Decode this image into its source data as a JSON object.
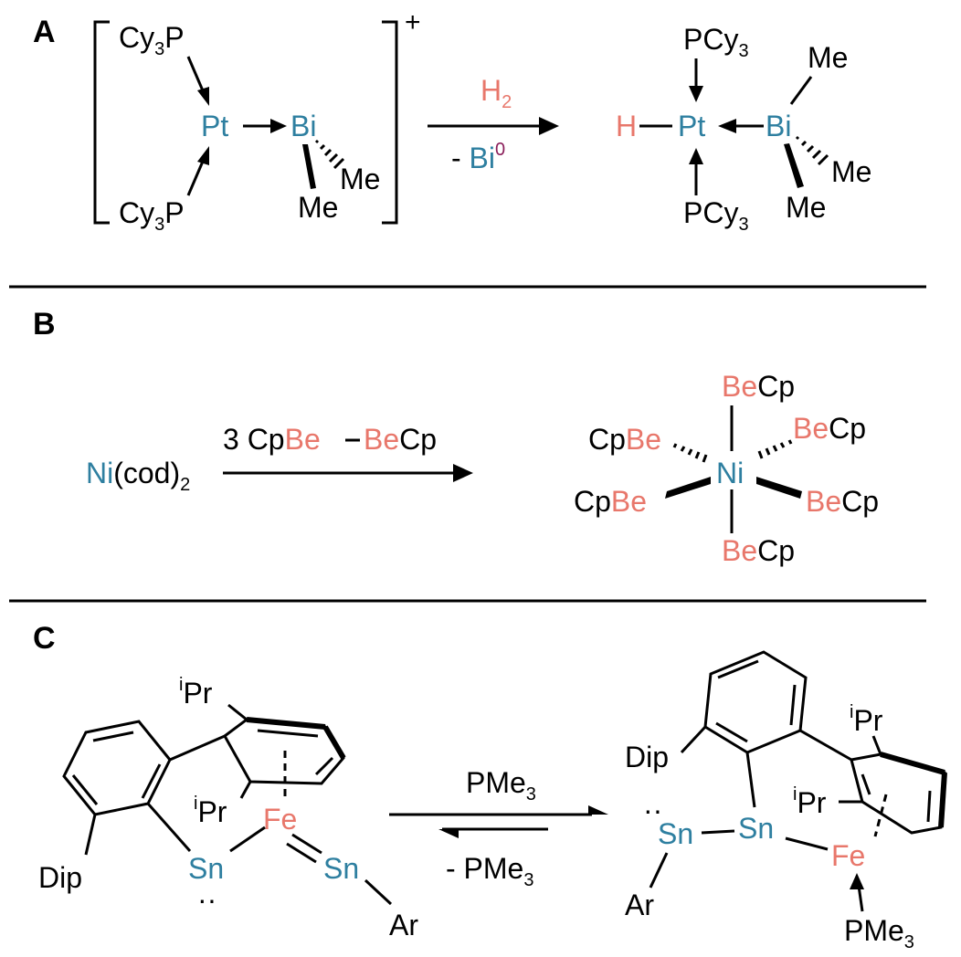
{
  "colors": {
    "metal_blue": "#2E7FA0",
    "accent_salmon": "#E8776B",
    "superscript_purple": "#8A1E5A",
    "separator_gray": "#BFBFBF",
    "ink": "#000000"
  },
  "panels": {
    "a": {
      "label": "A",
      "charge": "+",
      "reagent_top": "H",
      "reagent_top_sub": "2",
      "reagent_bottom_prefix": "- ",
      "reagent_bottom_element": "Bi",
      "reagent_bottom_sup": "0",
      "reactant": {
        "cy_top": "Cy",
        "cy_top_sub": "3",
        "cy_top_p": "P",
        "cy_bottom": "Cy",
        "cy_bottom_sub": "3",
        "cy_bottom_p": "P",
        "metal": "Pt",
        "bismuth": "Bi",
        "me_right": "Me",
        "me_bottom": "Me"
      },
      "product": {
        "hydride": "H",
        "metal": "Pt",
        "bismuth": "Bi",
        "pcy_top": "PCy",
        "pcy_top_sub": "3",
        "pcy_bottom": "PCy",
        "pcy_bottom_sub": "3",
        "me_top": "Me",
        "me_mid": "Me",
        "me_bottom": "Me"
      }
    },
    "b": {
      "label": "B",
      "reactant_metal": "Ni",
      "reactant_ligand": "(cod)",
      "reactant_sub": "2",
      "reagent_prefix": "3 Cp",
      "reagent_be1": "Be",
      "reagent_be2": "Be",
      "reagent_suffix": "Cp",
      "product": {
        "metal": "Ni",
        "be": "Be",
        "cp": "Cp"
      }
    },
    "c": {
      "label": "C",
      "reagent_top": "PMe",
      "reagent_top_sub": "3",
      "reagent_bottom": "- PMe",
      "reagent_bottom_sub": "3",
      "left": {
        "ipr_top": "Pr",
        "ipr_bottom": "Pr",
        "i_sup": "i",
        "iron": "Fe",
        "tin_left": "Sn",
        "tin_right": "Sn",
        "dip": "Dip",
        "ar": "Ar",
        "lone_pair": "··"
      },
      "right": {
        "dip": "Dip",
        "ipr_top": "Pr",
        "ipr_mid": "Pr",
        "i_sup": "i",
        "tin_left": "Sn",
        "tin_mid": "Sn",
        "iron": "Fe",
        "ar": "Ar",
        "pme": "PMe",
        "pme_sub": "3",
        "lone_pair": "··"
      }
    }
  }
}
